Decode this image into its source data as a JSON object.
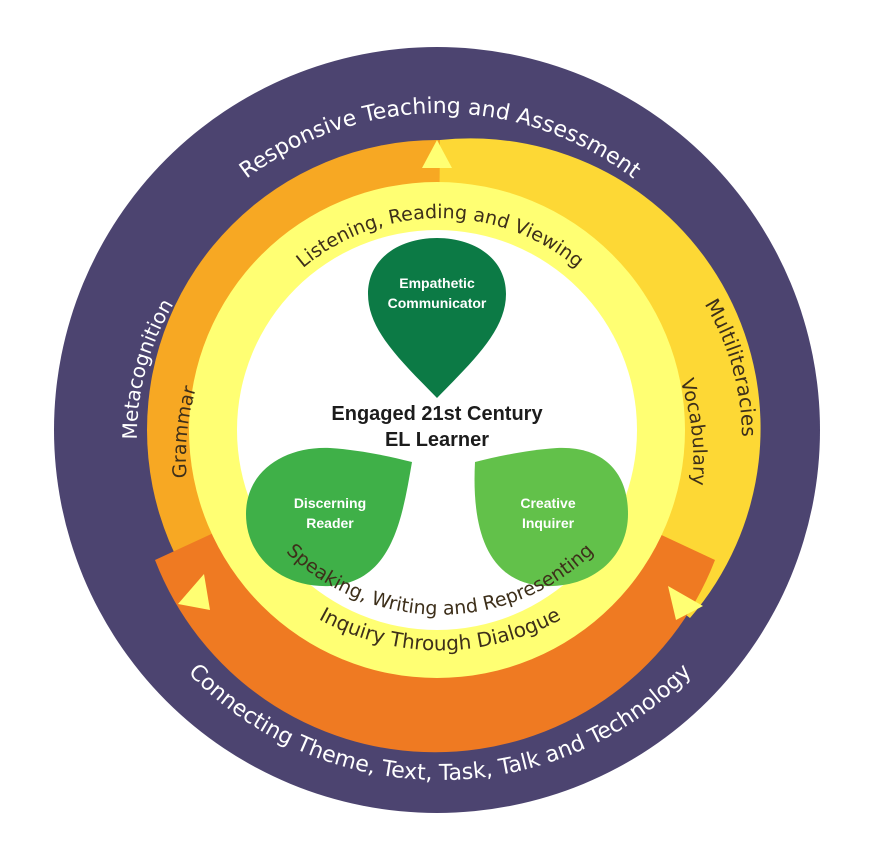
{
  "outer_ring": {
    "top_label": "Responsive Teaching and Assessment",
    "bottom_label": "Connecting Theme, Text, Task, Talk and Technology",
    "color": "#4c4470"
  },
  "middle_ring": {
    "left_label": "Metacognition",
    "right_label": "Multiliteracies",
    "bottom_label": "Inquiry Through Dialogue",
    "colors": {
      "left": "#f7a823",
      "right": "#fdd835",
      "bottom": "#ef7a22"
    }
  },
  "inner_ring": {
    "top_label": "Listening, Reading and Viewing",
    "bottom_label": "Speaking, Writing and Representing",
    "left_label": "Grammar",
    "right_label": "Vocabulary",
    "color": "#ffff73"
  },
  "center": {
    "title_line1": "Engaged 21st Century",
    "title_line2": "EL Learner"
  },
  "petals": [
    {
      "line1": "Empathetic",
      "line2": "Communicator",
      "color": "#0c7a45"
    },
    {
      "line1": "Discerning",
      "line2": "Reader",
      "color": "#3fb048"
    },
    {
      "line1": "Creative",
      "line2": "Inquirer",
      "color": "#62c14a"
    }
  ]
}
